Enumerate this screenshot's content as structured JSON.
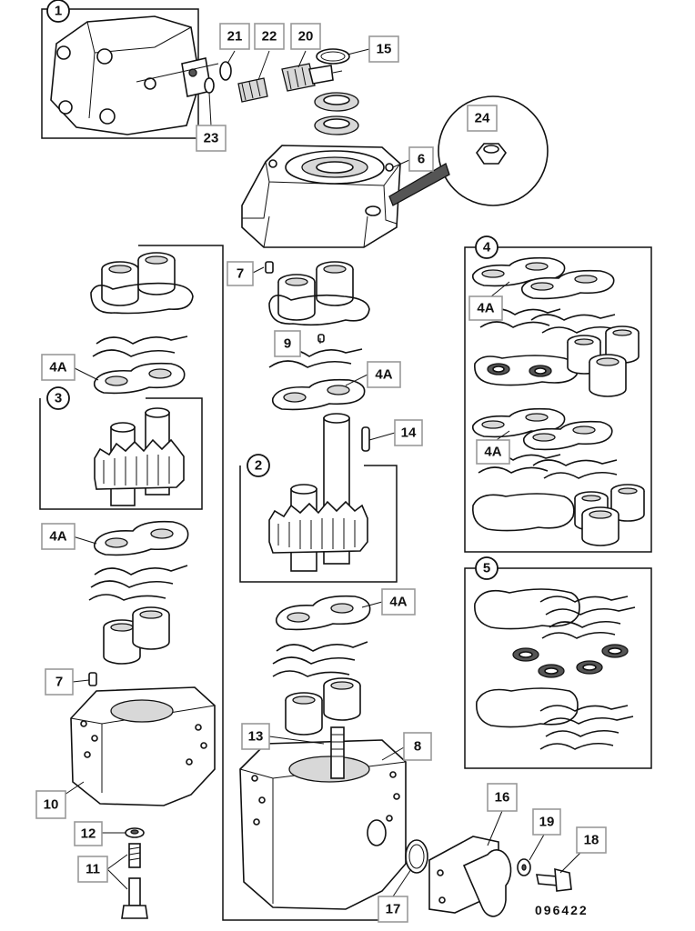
{
  "callouts": {
    "c1": "1",
    "c2": "2",
    "c3": "3",
    "c4": "4",
    "c5": "5",
    "c6": "6",
    "c7a": "7",
    "c7b": "7",
    "c8": "8",
    "c9": "9",
    "c10": "10",
    "c11": "11",
    "c12": "12",
    "c13": "13",
    "c14": "14",
    "c15": "15",
    "c16": "16",
    "c17": "17",
    "c18": "18",
    "c19": "19",
    "c20": "20",
    "c21": "21",
    "c22": "22",
    "c23": "23",
    "c24": "24",
    "c4a_1": "4A",
    "c4a_2": "4A",
    "c4a_3": "4A",
    "c4a_4": "4A",
    "c4a_5": "4A",
    "c4a_6": "4A"
  },
  "drawing_number": "096422"
}
